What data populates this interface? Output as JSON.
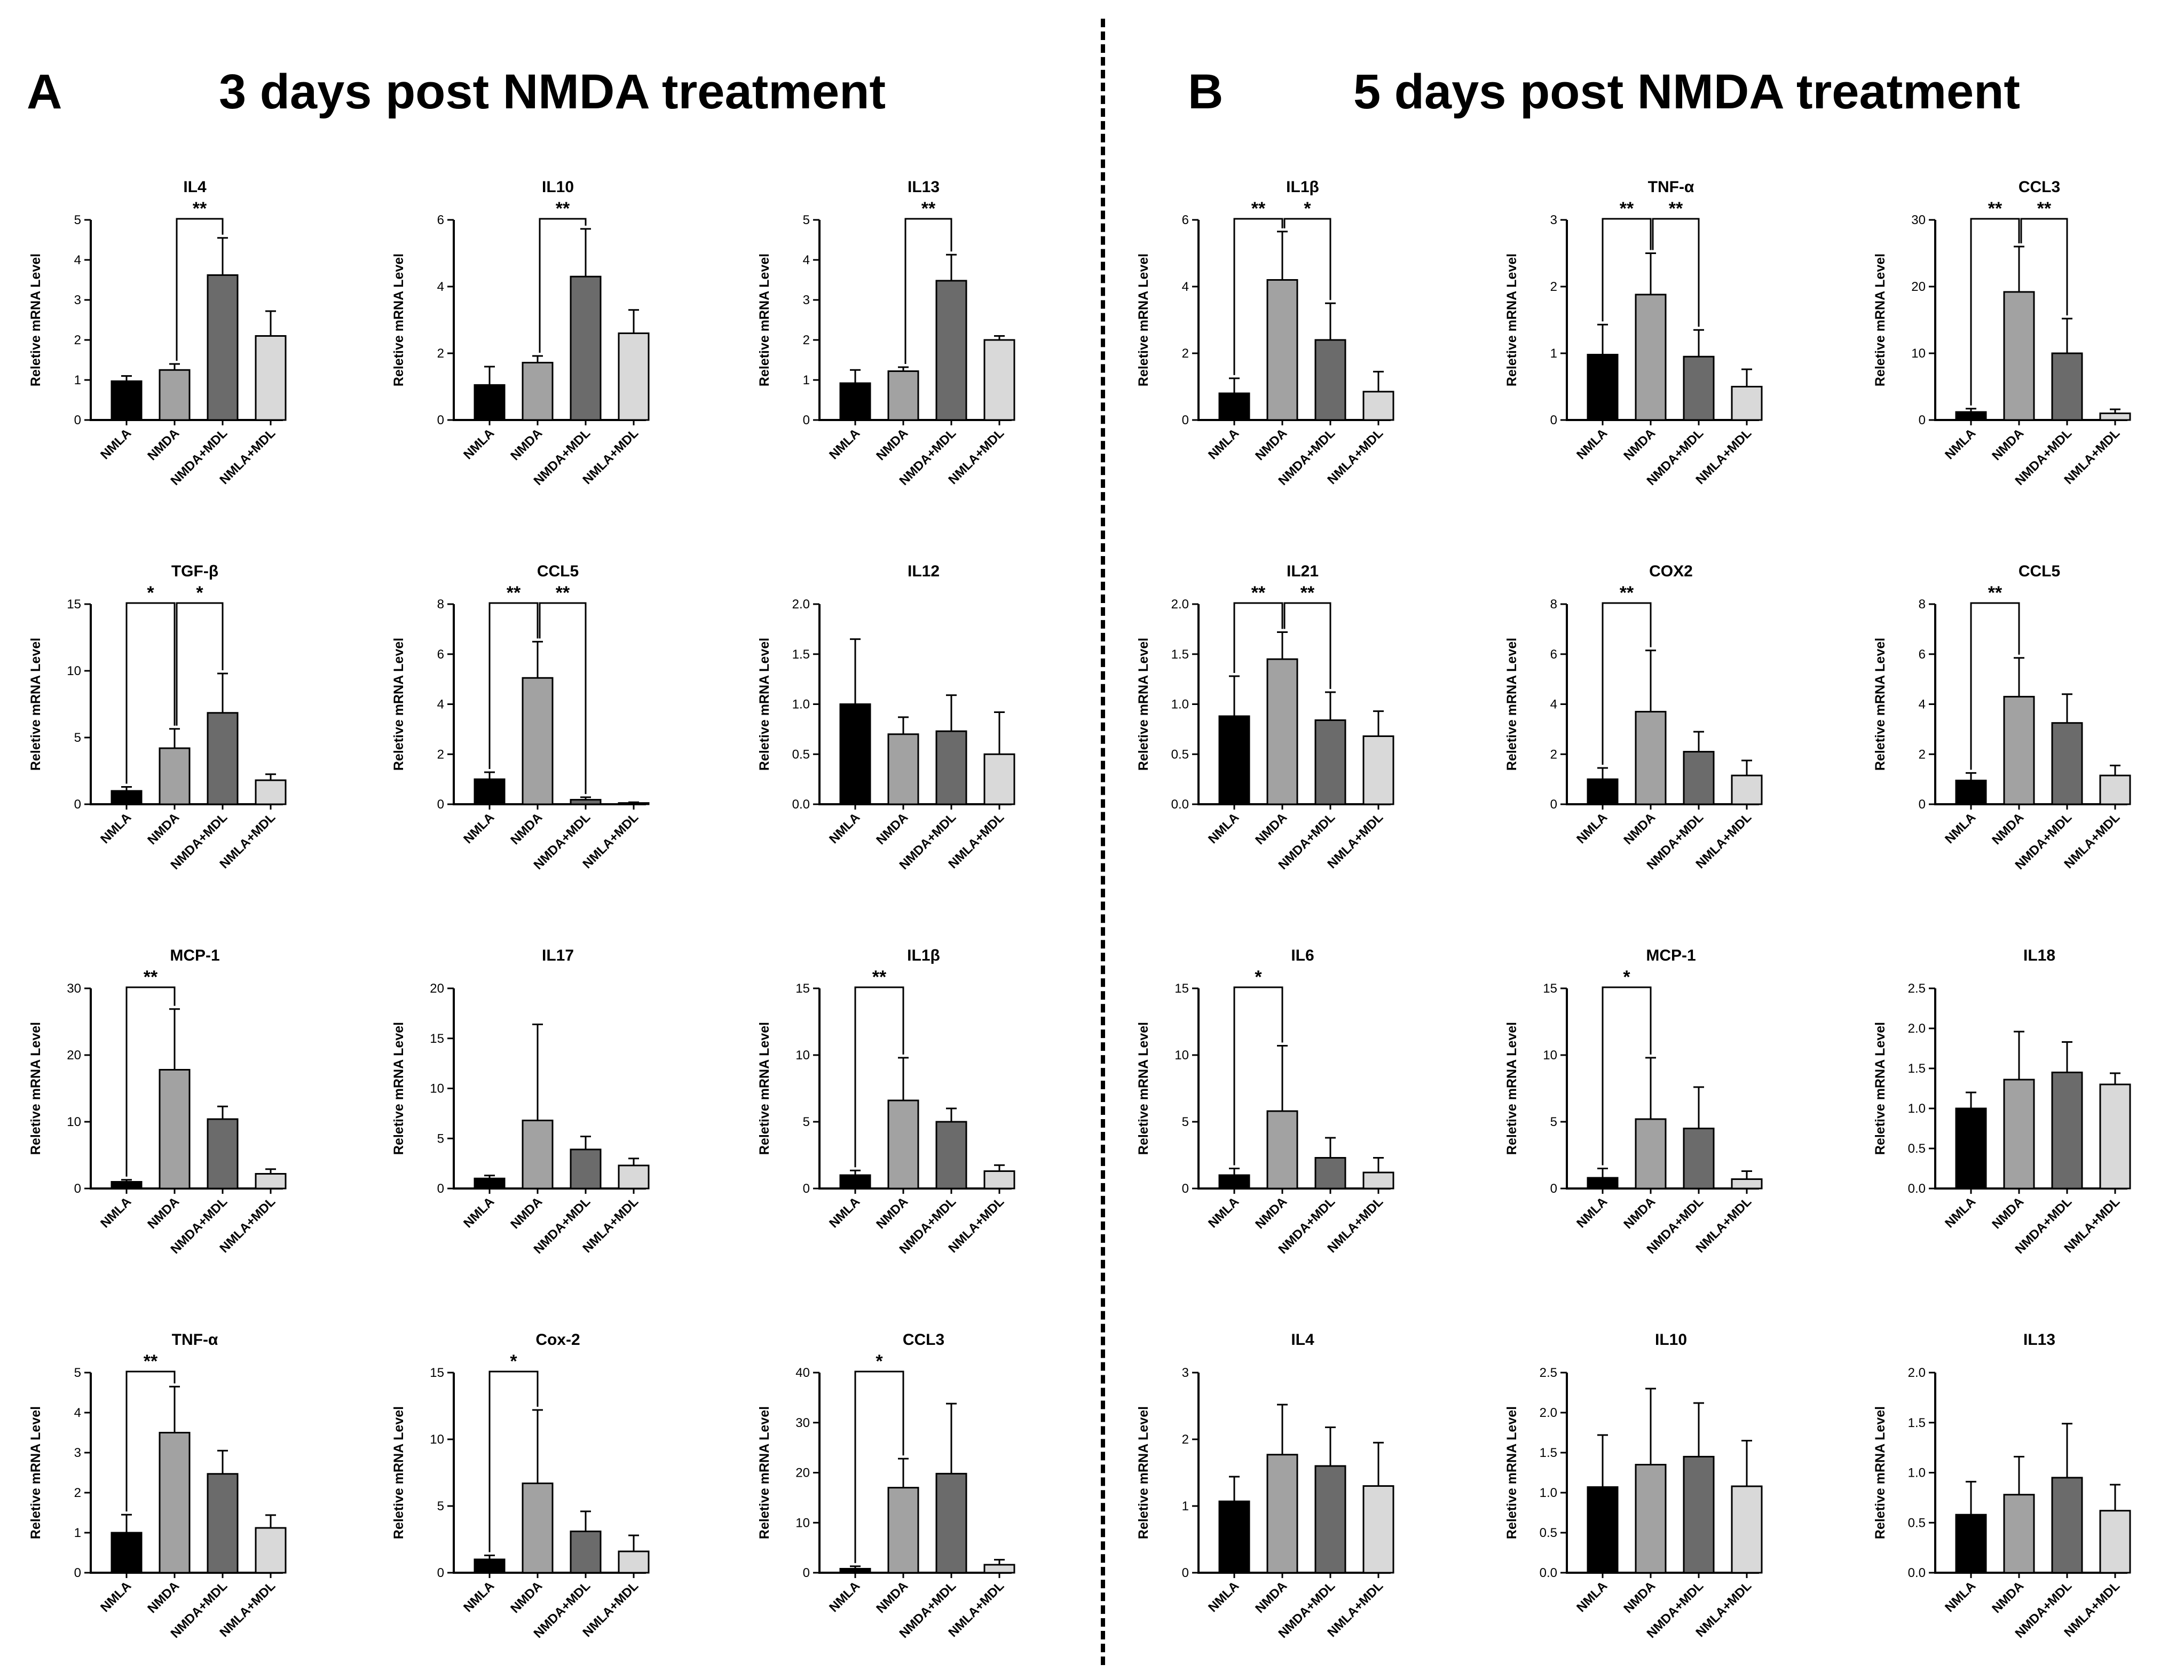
{
  "panels": [
    {
      "letter": "A",
      "title": "3 days post NMDA treatment"
    },
    {
      "letter": "B",
      "title": "5 days post NMDA treatment"
    }
  ],
  "bar_colors": [
    "#000000",
    "#a2a2a2",
    "#6b6b6b",
    "#d9d9d9"
  ],
  "chart_data": [
    {
      "panel": "A",
      "type": "bar",
      "title": "IL4",
      "ylabel": "Reletive mRNA Level",
      "categories": [
        "NMLA",
        "NMDA",
        "NMDA+MDL",
        "NMLA+MDL"
      ],
      "values": [
        0.97,
        1.25,
        3.62,
        2.1
      ],
      "errors": [
        0.13,
        0.15,
        0.93,
        0.62
      ],
      "ylim": [
        0,
        5
      ],
      "yticks": [
        0,
        1,
        2,
        3,
        4,
        5
      ],
      "brackets": [
        {
          "from": 1,
          "to": 2,
          "label": "**"
        }
      ]
    },
    {
      "panel": "A",
      "type": "bar",
      "title": "IL10",
      "ylabel": "Reletive mRNA Level",
      "categories": [
        "NMLA",
        "NMDA",
        "NMDA+MDL",
        "NMLA+MDL"
      ],
      "values": [
        1.05,
        1.72,
        4.3,
        2.6
      ],
      "errors": [
        0.55,
        0.2,
        1.43,
        0.7
      ],
      "ylim": [
        0,
        6
      ],
      "yticks": [
        0,
        2,
        4,
        6
      ],
      "brackets": [
        {
          "from": 1,
          "to": 2,
          "label": "**"
        }
      ]
    },
    {
      "panel": "A",
      "type": "bar",
      "title": "IL13",
      "ylabel": "Reletive mRNA Level",
      "categories": [
        "NMLA",
        "NMDA",
        "NMDA+MDL",
        "NMLA+MDL"
      ],
      "values": [
        0.92,
        1.22,
        3.48,
        2.0
      ],
      "errors": [
        0.33,
        0.1,
        0.65,
        0.1
      ],
      "ylim": [
        0,
        5
      ],
      "yticks": [
        0,
        1,
        2,
        3,
        4,
        5
      ],
      "brackets": [
        {
          "from": 1,
          "to": 2,
          "label": "**"
        }
      ]
    },
    {
      "panel": "B",
      "type": "bar",
      "title": "IL1β",
      "ylabel": "Reletive mRNA Level",
      "categories": [
        "NMLA",
        "NMDA",
        "NMDA+MDL",
        "NMLA+MDL"
      ],
      "values": [
        0.8,
        4.2,
        2.4,
        0.85
      ],
      "errors": [
        0.45,
        1.45,
        1.1,
        0.6
      ],
      "ylim": [
        0,
        6
      ],
      "yticks": [
        0,
        2,
        4,
        6
      ],
      "brackets": [
        {
          "from": 0,
          "to": 1,
          "label": "**"
        },
        {
          "from": 1,
          "to": 2,
          "label": "*"
        }
      ]
    },
    {
      "panel": "B",
      "type": "bar",
      "title": "TNF-α",
      "ylabel": "Reletive mRNA Level",
      "categories": [
        "NMLA",
        "NMDA",
        "NMDA+MDL",
        "NMLA+MDL"
      ],
      "values": [
        0.98,
        1.88,
        0.95,
        0.5
      ],
      "errors": [
        0.45,
        0.62,
        0.4,
        0.26
      ],
      "ylim": [
        0,
        3
      ],
      "yticks": [
        0,
        1,
        2,
        3
      ],
      "brackets": [
        {
          "from": 0,
          "to": 1,
          "label": "**"
        },
        {
          "from": 1,
          "to": 2,
          "label": "**"
        }
      ]
    },
    {
      "panel": "B",
      "type": "bar",
      "title": "CCL3",
      "ylabel": "Reletive mRNA Level",
      "categories": [
        "NMLA",
        "NMDA",
        "NMDA+MDL",
        "NMLA+MDL"
      ],
      "values": [
        1.2,
        19.2,
        10.0,
        1.0
      ],
      "errors": [
        0.5,
        6.8,
        5.2,
        0.6
      ],
      "ylim": [
        0,
        30
      ],
      "yticks": [
        0,
        10,
        20,
        30
      ],
      "brackets": [
        {
          "from": 0,
          "to": 1,
          "label": "**"
        },
        {
          "from": 1,
          "to": 2,
          "label": "**"
        }
      ]
    },
    {
      "panel": "A",
      "type": "bar",
      "title": "TGF-β",
      "ylabel": "Reletive mRNA Level",
      "categories": [
        "NMLA",
        "NMDA",
        "NMDA+MDL",
        "NMLA+MDL"
      ],
      "values": [
        1.0,
        4.2,
        6.85,
        1.8
      ],
      "errors": [
        0.3,
        1.45,
        2.95,
        0.45
      ],
      "ylim": [
        0,
        15
      ],
      "yticks": [
        0,
        5,
        10,
        15
      ],
      "brackets": [
        {
          "from": 0,
          "to": 1,
          "label": "*"
        },
        {
          "from": 1,
          "to": 2,
          "label": "*"
        }
      ]
    },
    {
      "panel": "A",
      "type": "bar",
      "title": "CCL5",
      "ylabel": "Reletive mRNA Level",
      "categories": [
        "NMLA",
        "NMDA",
        "NMDA+MDL",
        "NMLA+MDL"
      ],
      "values": [
        1.0,
        5.05,
        0.18,
        0.05
      ],
      "errors": [
        0.28,
        1.45,
        0.1,
        0.03
      ],
      "ylim": [
        0,
        8
      ],
      "yticks": [
        0,
        2,
        4,
        6,
        8
      ],
      "brackets": [
        {
          "from": 0,
          "to": 1,
          "label": "**"
        },
        {
          "from": 1,
          "to": 2,
          "label": "**"
        }
      ]
    },
    {
      "panel": "A",
      "type": "bar",
      "title": "IL12",
      "ylabel": "Reletive mRNA Level",
      "categories": [
        "NMLA",
        "NMDA",
        "NMDA+MDL",
        "NMLA+MDL"
      ],
      "values": [
        1.0,
        0.7,
        0.73,
        0.5
      ],
      "errors": [
        0.65,
        0.17,
        0.36,
        0.42
      ],
      "ylim": [
        0,
        2
      ],
      "yticks": [
        "0.0",
        "0.5",
        "1.0",
        "1.5",
        "2.0"
      ],
      "brackets": []
    },
    {
      "panel": "B",
      "type": "bar",
      "title": "IL21",
      "ylabel": "Reletive mRNA Level",
      "categories": [
        "NMLA",
        "NMDA",
        "NMDA+MDL",
        "NMLA+MDL"
      ],
      "values": [
        0.88,
        1.45,
        0.84,
        0.68
      ],
      "errors": [
        0.4,
        0.27,
        0.28,
        0.25
      ],
      "ylim": [
        0,
        2
      ],
      "yticks": [
        "0.0",
        "0.5",
        "1.0",
        "1.5",
        "2.0"
      ],
      "brackets": [
        {
          "from": 0,
          "to": 1,
          "label": "**"
        },
        {
          "from": 1,
          "to": 2,
          "label": "**"
        }
      ]
    },
    {
      "panel": "B",
      "type": "bar",
      "title": "COX2",
      "ylabel": "Reletive mRNA Level",
      "categories": [
        "NMLA",
        "NMDA",
        "NMDA+MDL",
        "NMLA+MDL"
      ],
      "values": [
        1.0,
        3.7,
        2.1,
        1.15
      ],
      "errors": [
        0.45,
        2.45,
        0.8,
        0.6
      ],
      "ylim": [
        0,
        8
      ],
      "yticks": [
        0,
        2,
        4,
        6,
        8
      ],
      "brackets": [
        {
          "from": 0,
          "to": 1,
          "label": "**"
        }
      ]
    },
    {
      "panel": "B",
      "type": "bar",
      "title": "CCL5",
      "ylabel": "Reletive mRNA Level",
      "categories": [
        "NMLA",
        "NMDA",
        "NMDA+MDL",
        "NMLA+MDL"
      ],
      "values": [
        0.95,
        4.3,
        3.25,
        1.15
      ],
      "errors": [
        0.3,
        1.55,
        1.15,
        0.4
      ],
      "ylim": [
        0,
        8
      ],
      "yticks": [
        0,
        2,
        4,
        6,
        8
      ],
      "brackets": [
        {
          "from": 0,
          "to": 1,
          "label": "**"
        }
      ]
    },
    {
      "panel": "A",
      "type": "bar",
      "title": "MCP-1",
      "ylabel": "Reletive mRNA Level",
      "categories": [
        "NMLA",
        "NMDA",
        "NMDA+MDL",
        "NMLA+MDL"
      ],
      "values": [
        1.0,
        17.8,
        10.4,
        2.2
      ],
      "errors": [
        0.3,
        9.1,
        1.9,
        0.7
      ],
      "ylim": [
        0,
        30
      ],
      "yticks": [
        0,
        10,
        20,
        30
      ],
      "brackets": [
        {
          "from": 0,
          "to": 1,
          "label": "**"
        }
      ]
    },
    {
      "panel": "A",
      "type": "bar",
      "title": "IL17",
      "ylabel": "Reletive mRNA Level",
      "categories": [
        "NMLA",
        "NMDA",
        "NMDA+MDL",
        "NMLA+MDL"
      ],
      "values": [
        1.0,
        6.8,
        3.9,
        2.3
      ],
      "errors": [
        0.3,
        9.6,
        1.3,
        0.7
      ],
      "ylim": [
        0,
        20
      ],
      "yticks": [
        0,
        5,
        10,
        15,
        20
      ],
      "brackets": []
    },
    {
      "panel": "A",
      "type": "bar",
      "title": "IL1β",
      "ylabel": "Reletive mRNA Level",
      "categories": [
        "NMLA",
        "NMDA",
        "NMDA+MDL",
        "NMLA+MDL"
      ],
      "values": [
        1.0,
        6.6,
        5.0,
        1.3
      ],
      "errors": [
        0.35,
        3.2,
        1.0,
        0.45
      ],
      "ylim": [
        0,
        15
      ],
      "yticks": [
        0,
        5,
        10,
        15
      ],
      "brackets": [
        {
          "from": 0,
          "to": 1,
          "label": "**"
        }
      ]
    },
    {
      "panel": "B",
      "type": "bar",
      "title": "IL6",
      "ylabel": "Reletive mRNA Level",
      "categories": [
        "NMLA",
        "NMDA",
        "NMDA+MDL",
        "NMLA+MDL"
      ],
      "values": [
        1.0,
        5.8,
        2.3,
        1.2
      ],
      "errors": [
        0.5,
        4.9,
        1.5,
        1.1
      ],
      "ylim": [
        0,
        15
      ],
      "yticks": [
        0,
        5,
        10,
        15
      ],
      "brackets": [
        {
          "from": 0,
          "to": 1,
          "label": "*"
        }
      ]
    },
    {
      "panel": "B",
      "type": "bar",
      "title": "MCP-1",
      "ylabel": "Reletive mRNA Level",
      "categories": [
        "NMLA",
        "NMDA",
        "NMDA+MDL",
        "NMLA+MDL"
      ],
      "values": [
        0.8,
        5.2,
        4.5,
        0.7
      ],
      "errors": [
        0.7,
        4.6,
        3.1,
        0.6
      ],
      "ylim": [
        0,
        15
      ],
      "yticks": [
        0,
        5,
        10,
        15
      ],
      "brackets": [
        {
          "from": 0,
          "to": 1,
          "label": "*"
        }
      ]
    },
    {
      "panel": "B",
      "type": "bar",
      "title": "IL18",
      "ylabel": "Reletive mRNA Level",
      "categories": [
        "NMLA",
        "NMDA",
        "NMDA+MDL",
        "NMLA+MDL"
      ],
      "values": [
        1.0,
        1.36,
        1.45,
        1.3
      ],
      "errors": [
        0.2,
        0.6,
        0.38,
        0.14
      ],
      "ylim": [
        0,
        2.5
      ],
      "yticks": [
        "0.0",
        "0.5",
        "1.0",
        "1.5",
        "2.0",
        "2.5"
      ],
      "brackets": []
    },
    {
      "panel": "A",
      "type": "bar",
      "title": "TNF-α",
      "ylabel": "Reletive mRNA Level",
      "categories": [
        "NMLA",
        "NMDA",
        "NMDA+MDL",
        "NMLA+MDL"
      ],
      "values": [
        1.0,
        3.5,
        2.47,
        1.12
      ],
      "errors": [
        0.45,
        1.15,
        0.58,
        0.32
      ],
      "ylim": [
        0,
        5
      ],
      "yticks": [
        0,
        1,
        2,
        3,
        4,
        5
      ],
      "brackets": [
        {
          "from": 0,
          "to": 1,
          "label": "**"
        }
      ]
    },
    {
      "panel": "A",
      "type": "bar",
      "title": "Cox-2",
      "ylabel": "Reletive mRNA Level",
      "categories": [
        "NMLA",
        "NMDA",
        "NMDA+MDL",
        "NMLA+MDL"
      ],
      "values": [
        1.0,
        6.7,
        3.1,
        1.6
      ],
      "errors": [
        0.3,
        5.5,
        1.5,
        1.2
      ],
      "ylim": [
        0,
        15
      ],
      "yticks": [
        0,
        5,
        10,
        15
      ],
      "brackets": [
        {
          "from": 0,
          "to": 1,
          "label": "*"
        }
      ]
    },
    {
      "panel": "A",
      "type": "bar",
      "title": "CCL3",
      "ylabel": "Reletive mRNA Level",
      "categories": [
        "NMLA",
        "NMDA",
        "NMDA+MDL",
        "NMLA+MDL"
      ],
      "values": [
        0.8,
        17.0,
        19.8,
        1.6
      ],
      "errors": [
        0.5,
        5.8,
        14.0,
        1.0
      ],
      "ylim": [
        0,
        40
      ],
      "yticks": [
        0,
        10,
        20,
        30,
        40
      ],
      "brackets": [
        {
          "from": 0,
          "to": 1,
          "label": "*"
        }
      ]
    },
    {
      "panel": "B",
      "type": "bar",
      "title": "IL4",
      "ylabel": "Reletive mRNA Level",
      "categories": [
        "NMLA",
        "NMDA",
        "NMDA+MDL",
        "NMLA+MDL"
      ],
      "values": [
        1.07,
        1.77,
        1.6,
        1.3
      ],
      "errors": [
        0.37,
        0.75,
        0.58,
        0.65
      ],
      "ylim": [
        0,
        3
      ],
      "yticks": [
        0,
        1,
        2,
        3
      ],
      "brackets": []
    },
    {
      "panel": "B",
      "type": "bar",
      "title": "IL10",
      "ylabel": "Reletive mRNA Level",
      "categories": [
        "NMLA",
        "NMDA",
        "NMDA+MDL",
        "NMLA+MDL"
      ],
      "values": [
        1.07,
        1.35,
        1.45,
        1.08
      ],
      "errors": [
        0.65,
        0.95,
        0.67,
        0.57
      ],
      "ylim": [
        0,
        2.5
      ],
      "yticks": [
        "0.0",
        "0.5",
        "1.0",
        "1.5",
        "2.0",
        "2.5"
      ],
      "brackets": []
    },
    {
      "panel": "B",
      "type": "bar",
      "title": "IL13",
      "ylabel": "Reletive mRNA Level",
      "categories": [
        "NMLA",
        "NMDA",
        "NMDA+MDL",
        "NMLA+MDL"
      ],
      "values": [
        0.58,
        0.78,
        0.95,
        0.62
      ],
      "errors": [
        0.33,
        0.38,
        0.54,
        0.26
      ],
      "ylim": [
        0,
        2
      ],
      "yticks": [
        "0.0",
        "0.5",
        "1.0",
        "1.5",
        "2.0"
      ],
      "brackets": []
    }
  ]
}
